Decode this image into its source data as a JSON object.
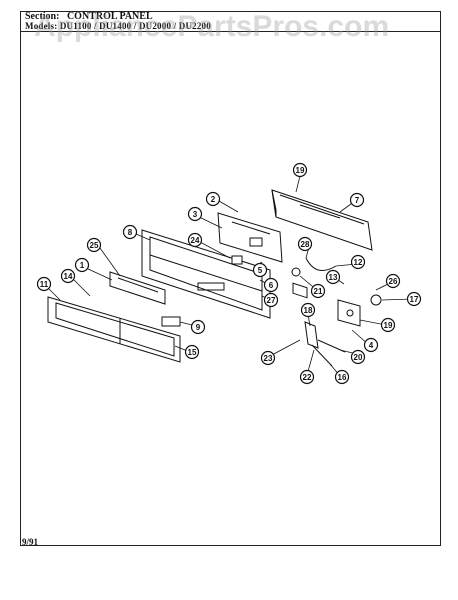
{
  "header": {
    "section_label": "Section:",
    "section_value": "CONTROL PANEL",
    "models_label": "Models:",
    "models_value": "DU1100 / DU1400 / DU2000 / DU2200"
  },
  "watermark": "AppliancePartsPros.com",
  "footer": {
    "date": "9/91"
  },
  "callouts": [
    "19",
    "2",
    "7",
    "3",
    "8",
    "24",
    "28",
    "25",
    "1",
    "5",
    "12",
    "13",
    "26",
    "14",
    "6",
    "21",
    "27",
    "17",
    "11",
    "9",
    "18",
    "19",
    "15",
    "4",
    "20",
    "23",
    "22",
    "16"
  ]
}
